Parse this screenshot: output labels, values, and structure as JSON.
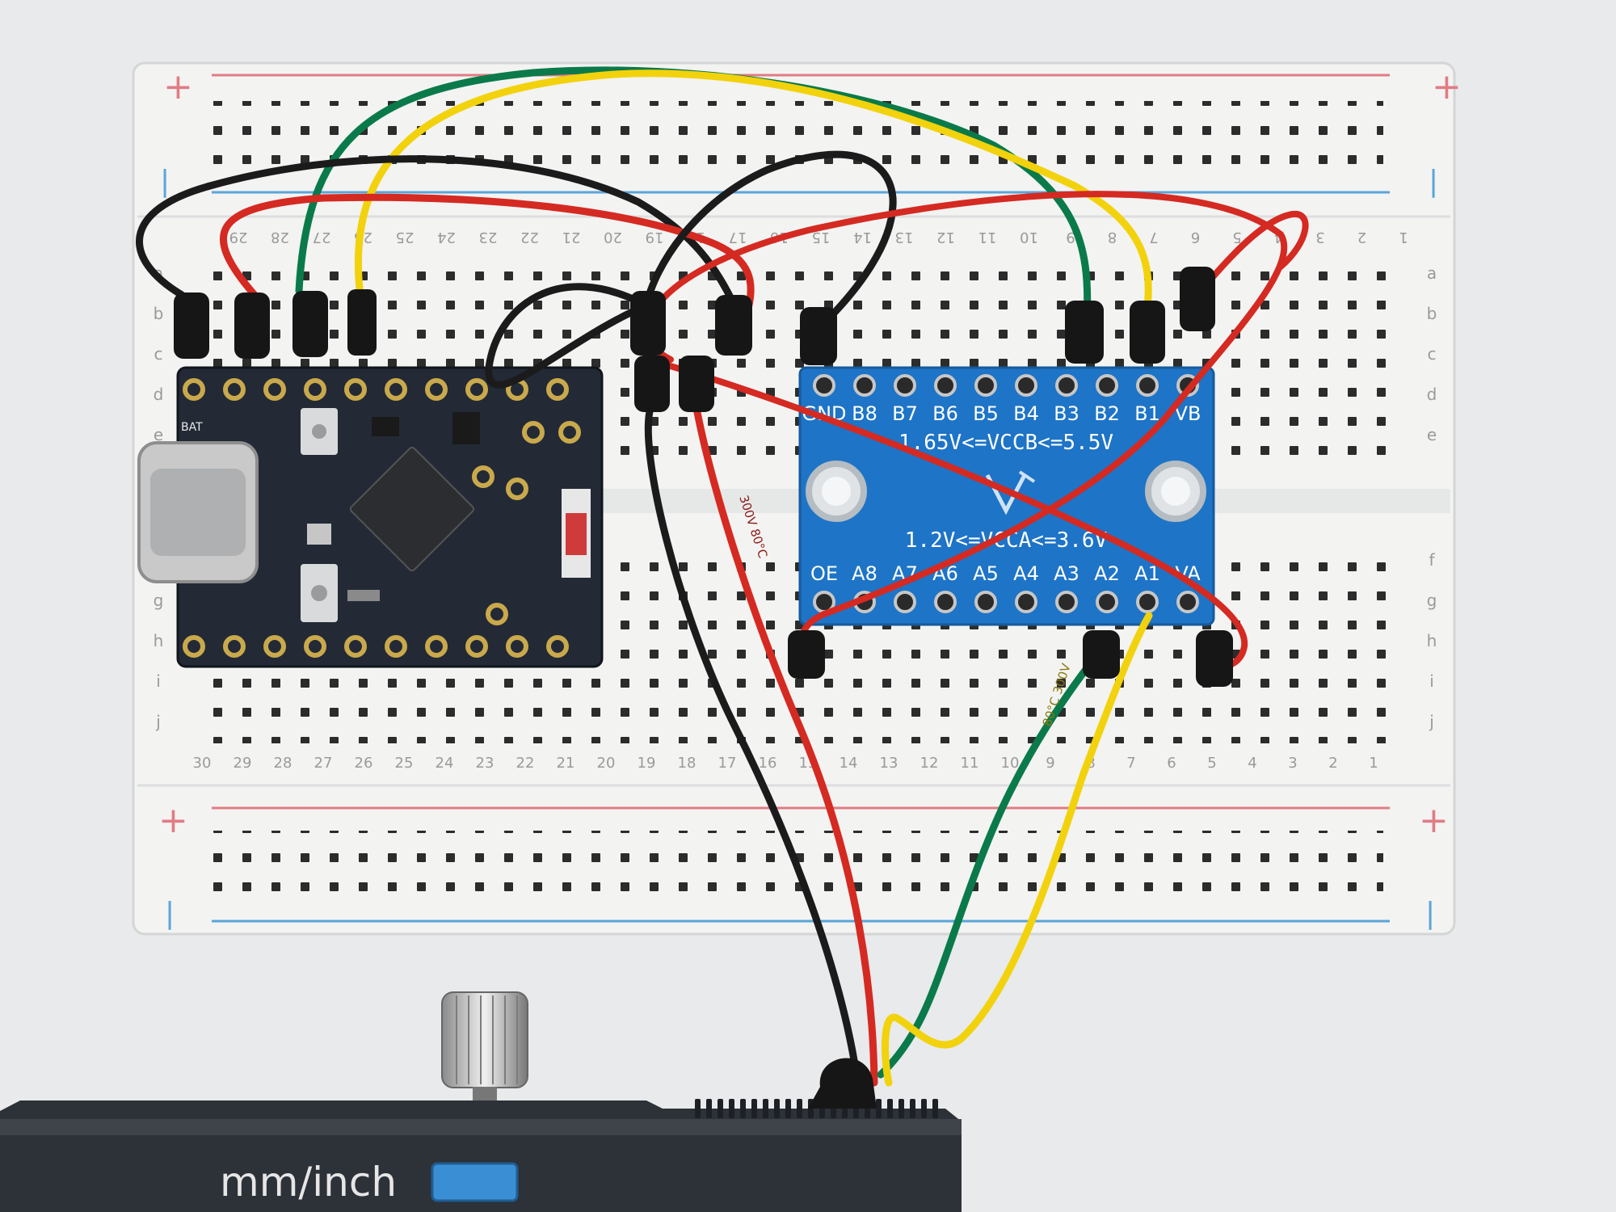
{
  "rail_symbols": {
    "plus": "+",
    "minus": "|"
  },
  "row_letters": [
    "a",
    "b",
    "c",
    "d",
    "e",
    "f",
    "g",
    "h",
    "i",
    "j"
  ],
  "column_numbers_top": [
    "29",
    "28",
    "27",
    "26",
    "25",
    "24",
    "23",
    "22",
    "21",
    "20",
    "19",
    "18",
    "17",
    "16",
    "15",
    "14",
    "13",
    "12",
    "11",
    "10",
    "9",
    "8",
    "7",
    "6",
    "5",
    "4",
    "3",
    "2",
    "1"
  ],
  "column_numbers_bottom": [
    "30",
    "29",
    "28",
    "27",
    "26",
    "25",
    "24",
    "23",
    "22",
    "21",
    "20",
    "19",
    "18",
    "17",
    "16",
    "15",
    "14",
    "13",
    "12",
    "11",
    "10",
    "9",
    "8",
    "7",
    "6",
    "5",
    "4",
    "3",
    "2",
    "1"
  ],
  "mcu_board": {
    "silk_label": "BAT"
  },
  "level_shifter": {
    "top_pins": [
      "GND",
      "B8",
      "B7",
      "B6",
      "B5",
      "B4",
      "B3",
      "B2",
      "B1",
      "VB"
    ],
    "vccb_range": "1.65V<=VCCB<=5.5V",
    "vcca_range": "1.2V<=VCCA<=3.6V",
    "bottom_pins": [
      "OE",
      "A8",
      "A7",
      "A6",
      "A5",
      "A4",
      "A3",
      "A2",
      "A1",
      "VA"
    ]
  },
  "wire_print": {
    "yellow": "80°C 300V",
    "red": "300V 80°C"
  },
  "caliper": {
    "button_label": "mm/inch",
    "button_color": "#3a8fd4"
  },
  "colors": {
    "red": "#d42a22",
    "black": "#1b1b1c",
    "green": "#0a7a4a",
    "yellow": "#f2d20c",
    "pcb_blue": "#1e74c6",
    "pcb_black": "#1f2530"
  }
}
